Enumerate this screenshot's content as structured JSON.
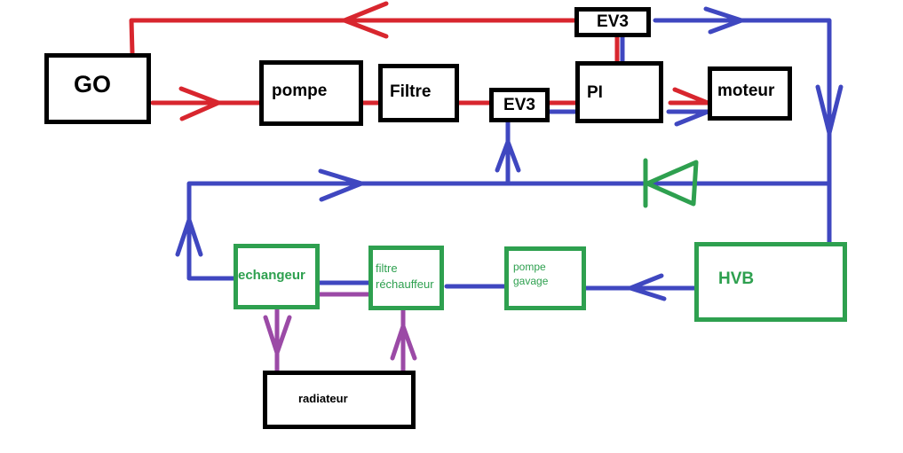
{
  "colors": {
    "fuel_supply": "#d8262e",
    "fuel_return": "#3f47c0",
    "coolant": "#9b4aa6",
    "hvb_components": "#2ea04f",
    "gazole_components": "#000000"
  },
  "nodes": {
    "go": "GO",
    "pompe": "pompe",
    "filtre": "Filtre",
    "ev3_bottom": "EV3",
    "ev3_top": "EV3",
    "pi": "PI",
    "moteur": "moteur",
    "echangeur": "echangeur",
    "filtre_rechauffeur": [
      "filtre",
      "réchauffeur"
    ],
    "pompe_gavage": [
      "pompe",
      "gavage"
    ],
    "hvb": "HVB",
    "radiateur": "radiateur"
  },
  "connections": [
    {
      "from": "GO",
      "to": "pompe",
      "color": "fuel_supply"
    },
    {
      "from": "pompe",
      "to": "Filtre",
      "color": "fuel_supply"
    },
    {
      "from": "Filtre",
      "to": "EV3",
      "color": "fuel_supply"
    },
    {
      "from": "EV3",
      "to": "PI",
      "color": "fuel_supply"
    },
    {
      "from": "EV3",
      "to": "PI",
      "color": "fuel_return"
    },
    {
      "from": "PI",
      "to": "moteur",
      "color": "fuel_supply"
    },
    {
      "from": "PI",
      "to": "moteur",
      "color": "fuel_return"
    },
    {
      "from": "PI",
      "to": "EV3 (top)",
      "color": "fuel_supply"
    },
    {
      "from": "PI",
      "to": "EV3 (top)",
      "color": "fuel_return"
    },
    {
      "from": "EV3 (top)",
      "to": "GO",
      "color": "fuel_supply"
    },
    {
      "from": "EV3 (top)",
      "to": "HVB / diode branch",
      "color": "fuel_return"
    },
    {
      "from": "HVB",
      "to": "pompe gavage",
      "color": "fuel_return"
    },
    {
      "from": "pompe gavage",
      "to": "filtre réchauffeur",
      "color": "fuel_return"
    },
    {
      "from": "filtre réchauffeur",
      "to": "echangeur",
      "color": "fuel_return"
    },
    {
      "from": "echangeur",
      "to": "EV3 (bottom)",
      "color": "fuel_return"
    },
    {
      "from": "echangeur",
      "to": "radiateur",
      "color": "coolant"
    },
    {
      "from": "radiateur",
      "to": "filtre réchauffeur",
      "color": "coolant"
    },
    {
      "from": "filtre réchauffeur",
      "to": "echangeur",
      "color": "coolant"
    }
  ],
  "diode": {
    "direction": "right-to-left",
    "color": "hvb_components"
  }
}
